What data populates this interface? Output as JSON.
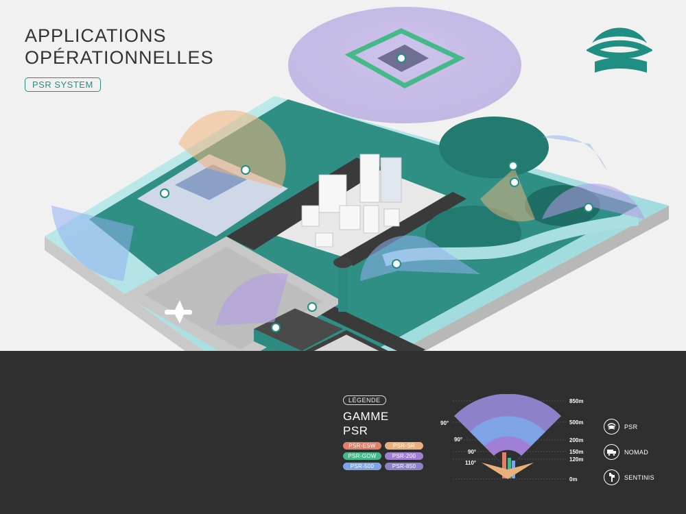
{
  "header": {
    "title_line1": "APPLICATIONS",
    "title_line2": "OPÉRATIONNELLES",
    "subtitle": "PSR SYSTEM"
  },
  "legend": {
    "badge": "LÉGENDE",
    "range_line1": "GAMME",
    "range_line2": "PSR",
    "models": [
      {
        "label": "PSR-ESW",
        "color": "#e0806a"
      },
      {
        "label": "PSR-SR",
        "color": "#e9b07c"
      },
      {
        "label": "PSR-GOW",
        "color": "#45b98a"
      },
      {
        "label": "PSR-200",
        "color": "#a17fd6"
      },
      {
        "label": "PSR-500",
        "color": "#7fa4e6"
      },
      {
        "label": "PSR-850",
        "color": "#8d82c9"
      }
    ],
    "range_labels": [
      "850m",
      "500m",
      "200m",
      "150m",
      "120m",
      "0m"
    ],
    "angle_labels": [
      "90°",
      "90°",
      "90°",
      "110°"
    ],
    "sensors": [
      {
        "label": "PSR",
        "icon": "psr-eye-icon"
      },
      {
        "label": "NOMAD",
        "icon": "nomad-truck-icon"
      },
      {
        "label": "SENTINIS",
        "icon": "sentinis-mast-icon"
      }
    ]
  },
  "colors": {
    "teal": "#1f8f84",
    "dark_band": "#2f2f30",
    "water": "#a9dfe0",
    "forest": "#2c8a80",
    "coverage_blue": "#8fb1f0",
    "coverage_purple": "#b39be6",
    "coverage_orange": "#f0b57d"
  }
}
